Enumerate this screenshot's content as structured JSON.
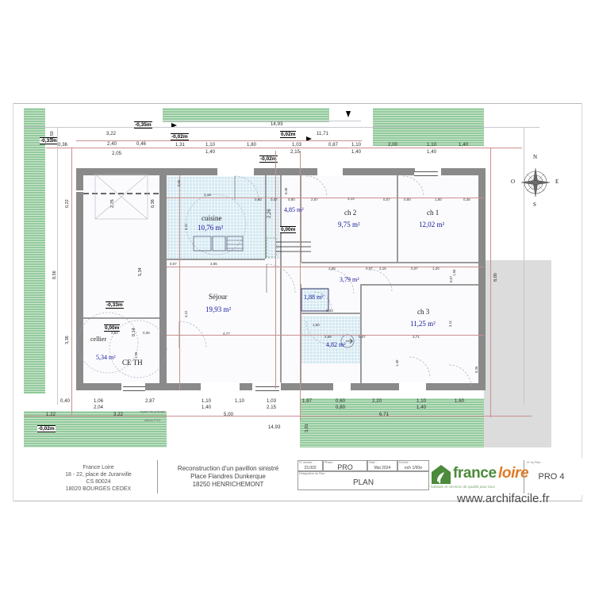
{
  "document": {
    "type": "architectural-floor-plan",
    "watermark": "www.archifacile.fr"
  },
  "compass": {
    "north": "N",
    "east": "E",
    "south": "S",
    "west": "O"
  },
  "rooms": [
    {
      "name": "cuisine",
      "area": "10,76 m²"
    },
    {
      "name": "Séjour",
      "area": "19,93 m²"
    },
    {
      "name": "cellier",
      "area": "5,34 m²"
    },
    {
      "name": "ch 2",
      "area": "9,75 m²"
    },
    {
      "name": "ch 1",
      "area": "12,02 m²"
    },
    {
      "name": "ch 3",
      "area": "11,25 m²"
    }
  ],
  "unnamed_areas": [
    {
      "area": "4,85 m²"
    },
    {
      "area": "3,79 m²"
    },
    {
      "area": "1,88 m²"
    },
    {
      "area": "4,82 m²"
    }
  ],
  "equipment_label": "CE TH",
  "levels": [
    "-0,35m",
    "-0,33m",
    "-0,33m",
    "-0,02m",
    "-0,02m",
    "-0,02m",
    "-0,02m",
    "0,02m",
    "0,00m",
    "0,00m"
  ],
  "notes": [
    "regard de puisage",
    "toiture PVC"
  ],
  "dimensions": {
    "top_row_a": [
      "3,22",
      "-0,35m",
      "-0,02m",
      "14,93",
      "0,02m",
      "11,71"
    ],
    "top_row_b": [
      "0,36",
      "2,40",
      "0,46",
      "1,31",
      "1,10",
      "1,80",
      "1,03",
      "0,87",
      "1,10",
      "2,00",
      "1,10",
      "1,40"
    ],
    "top_row_c": [
      "2,05",
      "1,40",
      "2,15",
      "1,40",
      "1,40"
    ],
    "left_col": [
      "1,50",
      "8,56",
      "3,36",
      "0,22",
      "2,76",
      "5,34",
      "0,36",
      "0,14"
    ],
    "bottom_row_a": [
      "0,40",
      "1,06",
      "2,87",
      "1,10",
      "1,10",
      "1,03",
      "1,87",
      "0,60",
      "2,20",
      "1,10",
      "1,60"
    ],
    "bottom_row_b": [
      "2,04",
      "1,40",
      "2,15",
      "0,80",
      "1,40"
    ],
    "bottom_row_c": [
      "1,22",
      "3,22",
      "5,00",
      "6,71",
      "14,93"
    ],
    "right_col": [
      "8,00",
      "3,91",
      "0,36",
      "1,50",
      "1,40",
      "3,11",
      "0,07"
    ],
    "interior": [
      "3,18",
      "3,11",
      "0,07",
      "3,85",
      "4,22",
      "4,77",
      "2,62",
      "1,95",
      "0,36",
      "0,60",
      "0,07",
      "0,80",
      "2,67",
      "3,14",
      "0,07",
      "0,90",
      "1,80",
      "0,36",
      "2,68",
      "0,07",
      "2,16",
      "0,07",
      "1,20",
      "3,71",
      "1,50",
      "0,33",
      "2,68",
      "0,07",
      "0,56",
      "0,38",
      "2,26"
    ]
  },
  "title_block": {
    "client": {
      "name": "France Loire",
      "address_line1": "18 - 22, place de Juranville",
      "address_line2": "CS 80024",
      "address_line3": "18020 BOURGES CEDEX"
    },
    "project": {
      "line1": "Reconstruction d'un pavillon sinistré",
      "line2": "Place Flandres Dunkerque",
      "line3": "18250 HENRICHEMONT"
    },
    "fields": [
      {
        "label": "N° dossier :",
        "value": "23.002"
      },
      {
        "label": "Phase :",
        "value": "PRO"
      },
      {
        "label": "Date :",
        "value": "Mai 2024"
      },
      {
        "label": "Echelle :",
        "value": "ech 1/50e"
      },
      {
        "label": "Désignation du Plan :",
        "value": "PLAN"
      },
      {
        "label": "N° du Plan :",
        "value": "PRO 4"
      }
    ],
    "logo": {
      "part1": "france",
      "part2": "loire",
      "tagline": "habitats et services de qualité pour tous"
    }
  }
}
